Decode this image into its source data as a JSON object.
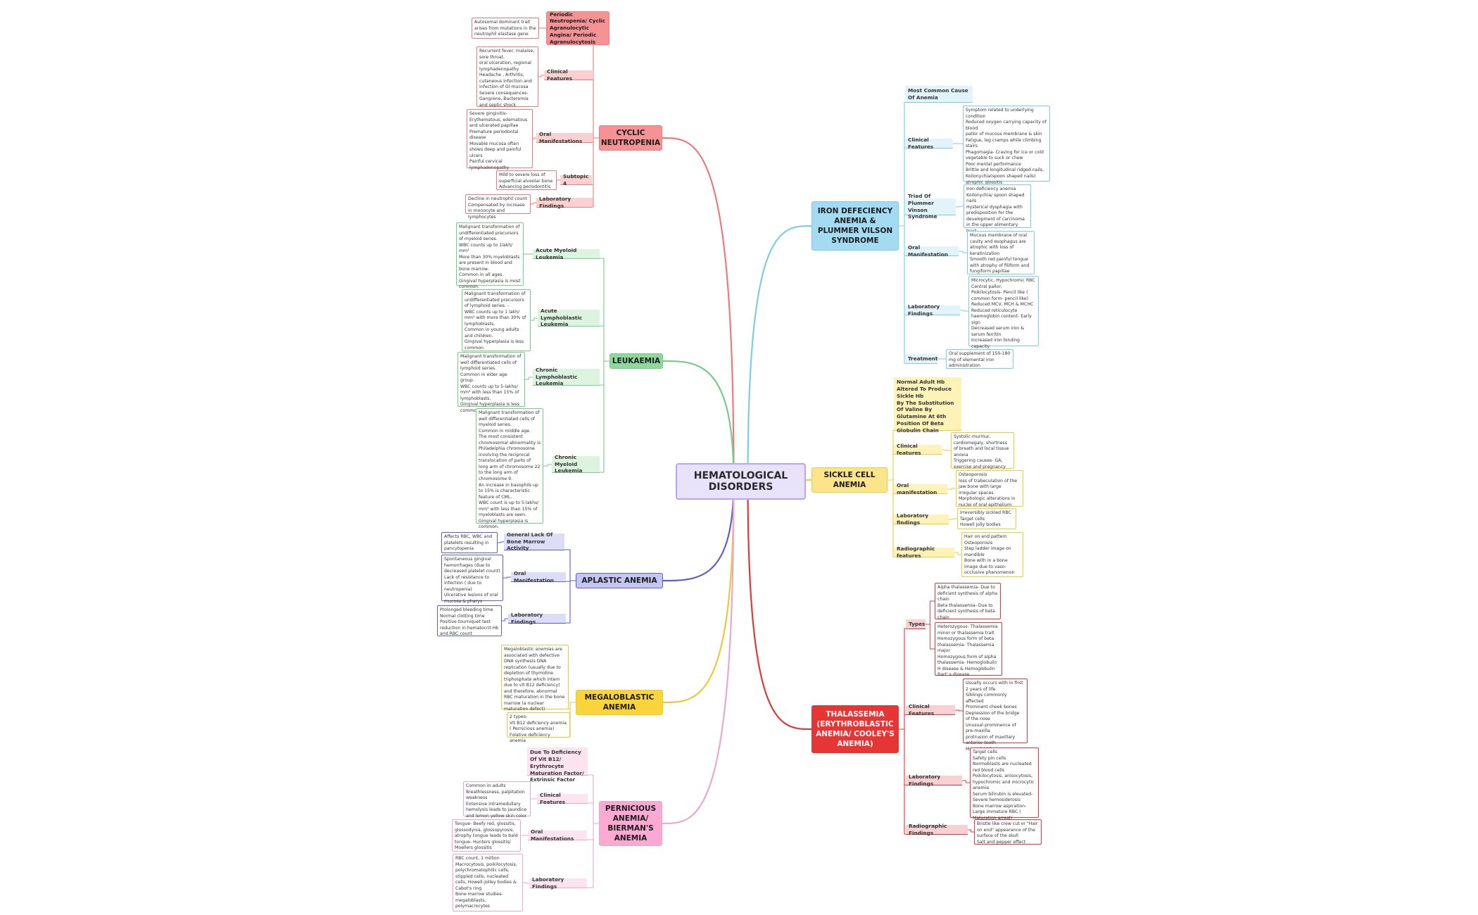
{
  "colors": {
    "neutro": "#e97a7d",
    "leuk": "#79c98a",
    "aplastic": "#5b5fc0",
    "megalo": "#e8c93c",
    "pernicious": "#e8a9cc",
    "iron": "#7fcbe6",
    "sickle": "#e8cd3d",
    "thal": "#d63b3b"
  },
  "center": {
    "title": "HEMATOLOGICAL\nDISORDERS"
  },
  "topics": {
    "neutro": {
      "title": "CYCLIC\nNEUTROPENIA",
      "alias": {
        "label": "Periodic Neutropenia/ Cyclic Agranulocytic Angina/ Periodic Agranulocytosis",
        "note": "Autosomal dominant trait arises from mutations in the neutrophil elastase gene"
      },
      "subs": [
        {
          "label": "Clinical Features",
          "note": "Recurrent fever, malaise, sore throat,\noral ulceration, regional lymphadenopathy\nHeadache , Arthritis, cutaneous infection and infection of GI mucosa\nSevere consequences- Gangrene, Bacteremia and septic shock"
        },
        {
          "label": "Oral Manifestations",
          "note": "Severe gingivitis- Erythematous, edematous and ulcerated papillae\nPremature periodontal disease\nMovable mucosa often shows deep and painful ulcers\nPainful cervical lymphadenopathy"
        },
        {
          "label": "Subtopic 4",
          "note": "Mild to severe loss of superficial alveolar bone\nAdvancing periodontitis"
        },
        {
          "label": "Laboratory Findings",
          "note": "Decline in neutrophil count\nCompensated by increase in monocyte and lymphocytes"
        }
      ]
    },
    "leuk": {
      "title": "LEUKAEMIA",
      "subs": [
        {
          "label": "Acute Myeloid Leukemia",
          "note": "Malignant transformation of undifferentiated precursors of myeloid series.\nWBC counts up to 1lakh/ mm³\nMore than 30% myeloblasts are present in blood and bone marrow.\nCommon in all ages.\nGingival hyperplasia is most common."
        },
        {
          "label": "Acute Lymphoblastic Leukemia",
          "note": "Malignant transformation of undifferentiated precursors of lymphoid series. -\nWBC counts up to 1 lakh/ mm³ with more than 30% of lymphoblasts.\nCommon in young adults and children.\nGingival hyperplasia is less common."
        },
        {
          "label": "Chronic Lymphoblastic Leukemia",
          "note": "Malignant transformation of well differentiated cells of lymphoid series.\nCommon in elder age group.\nWBC counts up to 5-lakhs/ mm³ with less than 15% of lymphoblasts.\nGingival hyperplasia is less common."
        },
        {
          "label": "Chronic Myeloid Leukemia",
          "note": "Malignant transformation of well differentiated cells of myeloid series.\nCommon in middle age.\nThe most consistent chromosomal abnormality is Philadelphia chromosome involving the reciprocal translocation of parts of long arm of chromosome 22 to the long arm of chromosome 9.\nAn increase in basophils up to 15% is characteristic feature of CML.\nWBC count is up to 5-lakhs/ mm³ with less than 15% of myeloblasts are seen.\nGingival hyperplasia is common."
        }
      ]
    },
    "aplastic": {
      "title": "APLASTIC ANEMIA",
      "subs": [
        {
          "label": "General Lack Of Bone Marrow Activity",
          "note": "Affects RBC, WBC and platelets resulting in pancytopenia"
        },
        {
          "label": "Oral Manifestation",
          "note": "Spontaneous gingival hemorrhages (due to decreased platelet count)\nLack of resistance to infection ( due to neutropenia)\nUlcerative lesions of oral mucosa & pharyx"
        },
        {
          "label": "Laboratory Findings",
          "note": "Prolonged bleeding time\nNormal clotting time\nPositive tourniquet test\nreduction in hematocrit Hb and RBC count"
        }
      ]
    },
    "megalo": {
      "title": "MEGALOBLASTIC\nANEMIA",
      "notes": [
        "Megaloblastic anemias are associated with defective DNA synthesis DNA replication (usually due to depletion of thymidine triphosphate which intern due to vit B12 deficiency) and therefore, abnormal RBC maturation in the bone marrow (a nuclear maturation defect)",
        "2 types-\nVit B12 deficiency anemia ( Pernicious anemia)\nFolative deficiency anemia"
      ]
    },
    "pernicious": {
      "title": "PERNICIOUS\nANEMIA/\nBIERMAN'S\nANEMIA",
      "cause": "Due To Deficiency Of Vit B12/ Erythrocyte Maturation Factor/ Extrinsic Factor",
      "subs": [
        {
          "label": "Clinical Features",
          "note": "Common in adults\nBreathlessness, palpitation weakness\nExtensive intramedullary hemolysis leads to Jaundice and lemon yellow skin color"
        },
        {
          "label": "Oral Manifestations",
          "note": "Tongue- Beefy red, glossitis, glossodynia, glossopyrosis, atrophy tongue leads to bald tongue- Hunters glossitis/ Moellers glossitis"
        },
        {
          "label": "Laboratory Findings",
          "note": "RBC count, 1 million\nMacrocytosis, poikilocytosis, polychromatophilic cells, stippled cells, nucleated cells, Howell-Jolley bodies & Cabot's ring\nBone marrow studies- megaloblasts, polymacrocytes"
        }
      ]
    },
    "iron": {
      "title": "IRON DEFECIENCY\nANEMIA &\nPLUMMER VILSON\nSYNDROME",
      "subs": [
        {
          "label": "Most Common Cause Of Anemia",
          "note": ""
        },
        {
          "label": "Clinical Features",
          "note": "Symptom related to underlying condition\nReduced oxygen carrying capacity of blood\npallor of mucous membrane & skin\nFatigue, leg cramps while climbing stairs\nPhagomagia- Craving for ice or cold vegetable to suck or chew\nPoor mental performance\nBrittle and longitudinal ridged nails, Koilonychia(spoon shaped nails)\natrophic glossitis"
        },
        {
          "label": "Triad Of Plummer Vinson Syndrome",
          "note": "Iron deficiency anemia\nKoilonychia/ spoon shaped nails\nHysterical dysphagia with predisposition for the development of carcinoma in the upper alimentary tract"
        },
        {
          "label": "Oral Manifestation",
          "note": "Mucous membrane of oral cavity and esophagus are atrophic with loss of keratinization\nSmooth red painful tongue with atrophy of filiform and fungiform papillae"
        },
        {
          "label": "Laboratory Findings",
          "note": "Microcytic, Hypochromic RBC\nCentral pallor,\nPoikilocytosis- Pencil like ( common form- pencil like)\nReduced MCV, MCH & MCHC\nReduced reticulocyte\nhaemoglobin content- Early sign\nDecreased serum iron & serum ferritin\nIncreased iron binding capacity"
        },
        {
          "label": "Treatment",
          "note": "Oral supplement of 150-180 mg of elemental iron administration"
        }
      ]
    },
    "sickle": {
      "title": "SICKLE CELL\nANEMIA",
      "definition": "Normal Adult Hb Altered To Produce Sickle Hb\nBy The Substitution Of Valine By Glutamine At 6th Position Of Beta Globulin Chain",
      "subs": [
        {
          "label": "Clinical features",
          "note": "Systolic murmur, cardiomegaly, shortness of breath and local tissue anoxia\nTriggering causes- GA, exercise and pregnancy"
        },
        {
          "label": "Oral manifestation",
          "note": "Osteoporosis\nloss of trabeculation of the jaw bone with large irregular spaces\nMorphologic alterations in nuclei of oral epithelium"
        },
        {
          "label": "Laboratory findings",
          "note": "Irreversibly sickled RBC\nTarget cells\nHowell jolly bodies"
        },
        {
          "label": "Radiographic features",
          "note": "Hair on end pattern\nOsteoporosis\nStep ladder image on mandible\nBone with in a bone image due to vaso-occlusive phenomenon"
        }
      ]
    },
    "thal": {
      "title": "THALASSEMIA\n(ERYTHROBLASTIC\nANEMIA/ COOLEY'S\nANEMIA)",
      "types": {
        "label": "Types",
        "notes": [
          "Alpha thalassemia- Due to deficient synthesis of alpha chain\nBeta thalassemia- Due to deficient synthesis of beta chain",
          "Heterozygous- Thalassemia minor or thalassemia trait\nHomozygous form of beta thalassemia- Thalassemia major\nHomozygous form of alpha thalassemia- Hemoglobulin H disease & Hemoglobulin Bart' s disease"
        ]
      },
      "subs": [
        {
          "label": "Clinical Features",
          "note": "Usually occurs with in first 2 years of life\nSiblings commonly affected\nProminent cheek bones\nDepression of the bridge of the nose\nUnusual prominence of pre-maxilla\nprotrusion of maxillary anterior teeth\nMongoloid features"
        },
        {
          "label": "Laboratory Findings",
          "note": "Target cells\nSafety pin cells\nNormoblasts are nucleated red blood cells\nPoikilocytosis, anisocytosis, hypochromic and microcytic anemia\nSerum bilirubin is elevated-\nSevere hemosiderosis\nBone marrow aspiration- Large immature RBC ( Maturation arrest)"
        },
        {
          "label": "Radiographic Findings",
          "note": "Bristle like crew cut or \"Hair on end\" appearance of the surface of the skull\nSalt and pepper effect"
        }
      ]
    }
  }
}
